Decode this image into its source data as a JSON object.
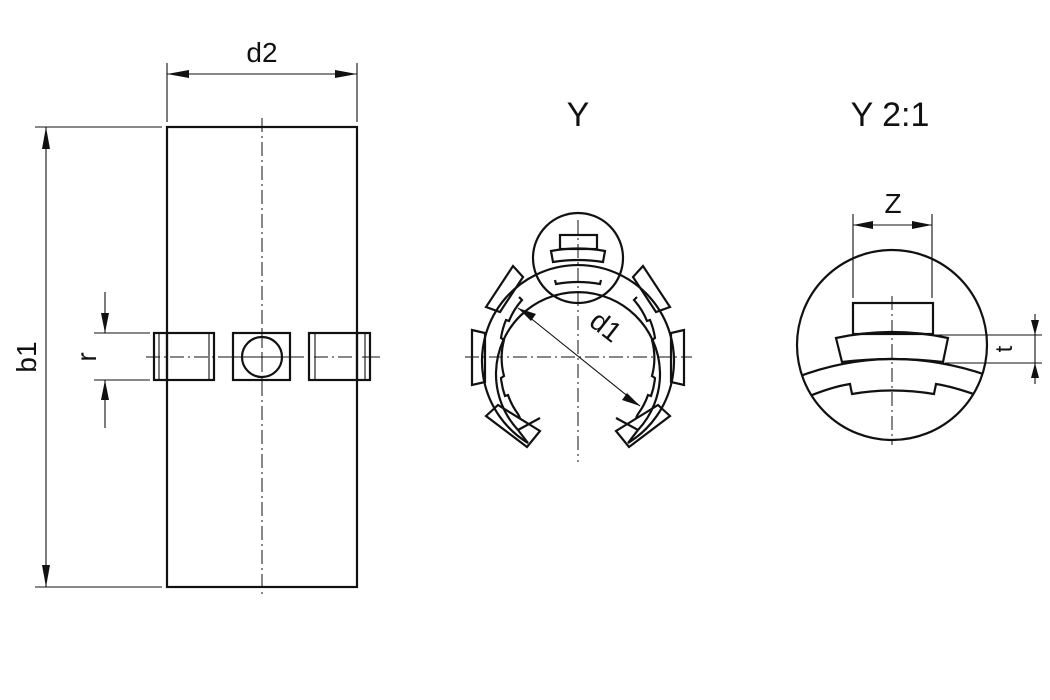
{
  "drawing": {
    "colors": {
      "line": "#111111",
      "background": "#ffffff"
    },
    "side_view": {
      "dimensions": {
        "width_label": "d2",
        "height_label": "b1",
        "slot_label": "r"
      }
    },
    "section_view": {
      "title": "Y",
      "dimensions": {
        "diameter_label": "d1"
      }
    },
    "detail_view": {
      "title": "Y 2:1",
      "dimensions": {
        "width_label": "Z",
        "thickness_label": "t"
      }
    }
  }
}
